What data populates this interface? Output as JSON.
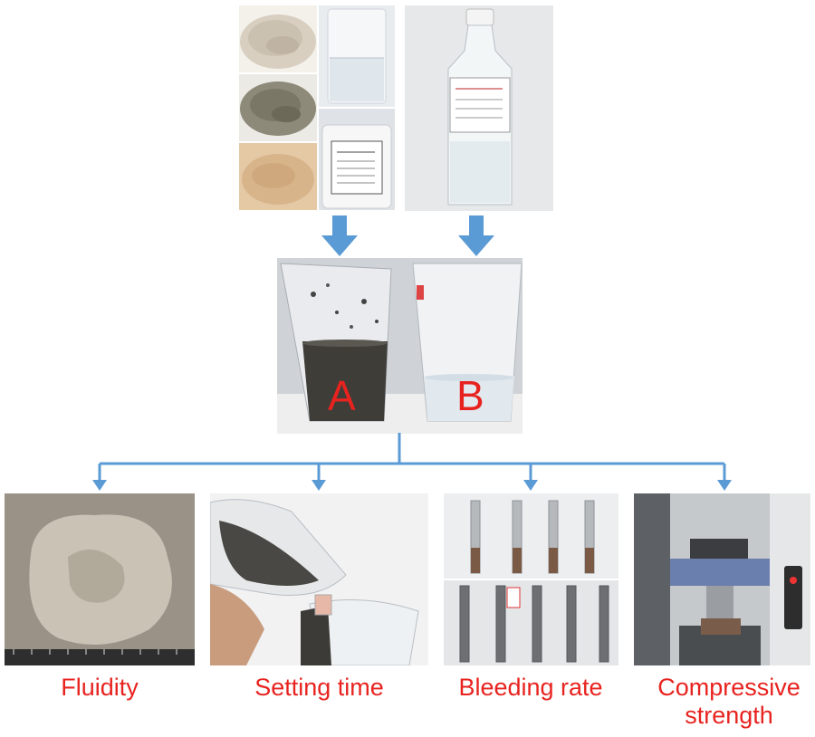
{
  "beakers": {
    "a_label": "A",
    "b_label": "B"
  },
  "outcomes": [
    {
      "label": "Fluidity"
    },
    {
      "label": "Setting time"
    },
    {
      "label": "Bleeding rate"
    },
    {
      "label": "Compressive strength"
    }
  ],
  "colors": {
    "arrow": "#5b9bd5",
    "caption": "#e8231f"
  }
}
